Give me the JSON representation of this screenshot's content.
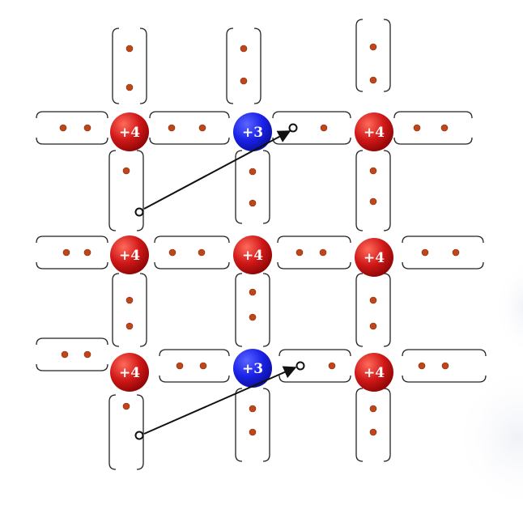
{
  "colors": {
    "silicon_ion": "#d01818",
    "acceptor_ion": "#1a22e8",
    "electron": "#c0461a",
    "bracket": "#222222",
    "arrow": "#111111"
  },
  "ions": [
    {
      "row": 0,
      "col": 0,
      "label": "+4",
      "kind": "silicon"
    },
    {
      "row": 0,
      "col": 1,
      "label": "+3",
      "kind": "acceptor"
    },
    {
      "row": 0,
      "col": 2,
      "label": "+4",
      "kind": "silicon"
    },
    {
      "row": 1,
      "col": 0,
      "label": "+4",
      "kind": "silicon"
    },
    {
      "row": 1,
      "col": 1,
      "label": "+4",
      "kind": "silicon"
    },
    {
      "row": 1,
      "col": 2,
      "label": "+4",
      "kind": "silicon"
    },
    {
      "row": 2,
      "col": 0,
      "label": "+4",
      "kind": "silicon"
    },
    {
      "row": 2,
      "col": 1,
      "label": "+3",
      "kind": "acceptor"
    },
    {
      "row": 2,
      "col": 2,
      "label": "+4",
      "kind": "silicon"
    }
  ],
  "hole_transitions": [
    {
      "from": "bond below upper-left ion",
      "to": "bond right of upper acceptor ion"
    },
    {
      "from": "bond below lower-left ion",
      "to": "bond right of lower acceptor ion"
    }
  ]
}
